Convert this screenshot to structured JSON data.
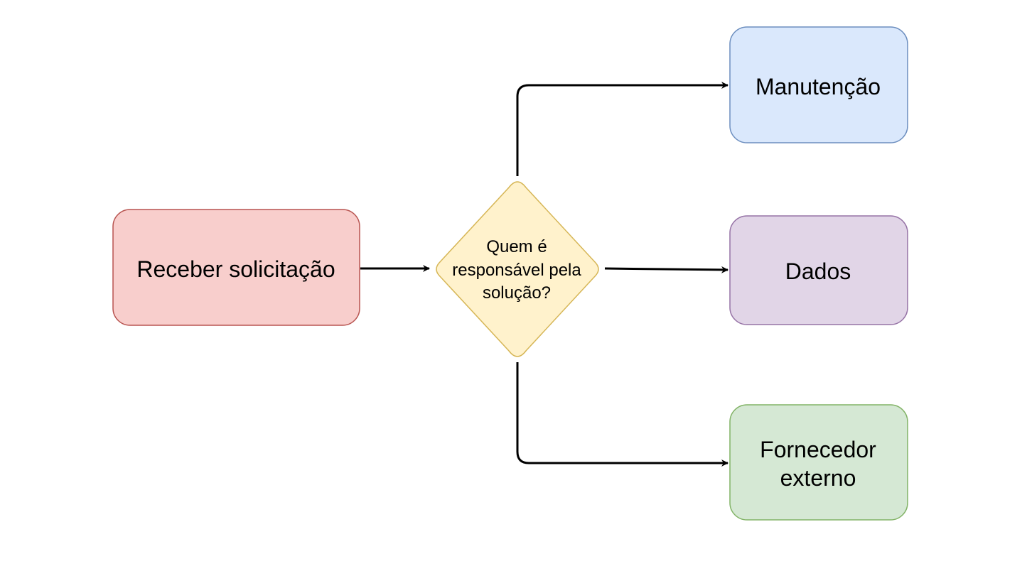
{
  "nodes": {
    "start": {
      "label": "Receber solicitação",
      "fill": "#f8cecc",
      "stroke": "#b85450"
    },
    "decision": {
      "lines": [
        "Quem é",
        "responsável pela",
        "solução?"
      ],
      "fill": "#fff2cc",
      "stroke": "#d6b656"
    },
    "maintenance": {
      "label": "Manutenção",
      "fill": "#dae8fc",
      "stroke": "#6c8ebf"
    },
    "data": {
      "label": "Dados",
      "fill": "#e1d5e7",
      "stroke": "#9673a6"
    },
    "supplier": {
      "lines": [
        "Fornecedor",
        "externo"
      ],
      "fill": "#d5e8d4",
      "stroke": "#82b366"
    }
  },
  "edges": [
    {
      "from": "start",
      "to": "decision"
    },
    {
      "from": "decision",
      "to": "maintenance"
    },
    {
      "from": "decision",
      "to": "data"
    },
    {
      "from": "decision",
      "to": "supplier"
    }
  ]
}
